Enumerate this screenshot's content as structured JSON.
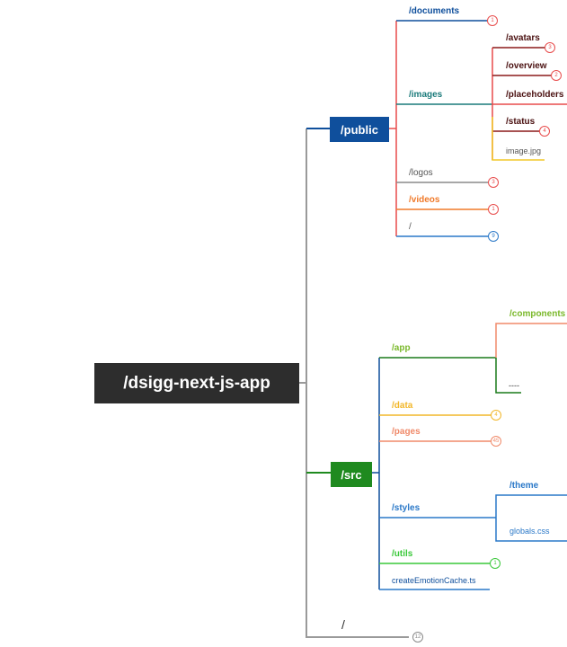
{
  "root": {
    "label": "/dsigg-next-js-app"
  },
  "branches": {
    "public": {
      "label": "/public",
      "children": {
        "documents": {
          "label": "/documents",
          "count": "1"
        },
        "images": {
          "label": "/images",
          "children": {
            "avatars": {
              "label": "/avatars",
              "count": "3"
            },
            "overview": {
              "label": "/overview",
              "count": "2"
            },
            "placeholders": {
              "label": "/placeholders"
            },
            "status": {
              "label": "/status",
              "count": "4"
            },
            "image_jpg": {
              "label": "image.jpg"
            }
          }
        },
        "logos": {
          "label": "/logos",
          "count": "3"
        },
        "videos": {
          "label": "/videos",
          "count": "1"
        },
        "slash": {
          "label": "/",
          "count": "9"
        }
      }
    },
    "src": {
      "label": "/src",
      "children": {
        "app": {
          "label": "/app",
          "children": {
            "components": {
              "label": "/components"
            },
            "dash": {
              "label": "----"
            }
          }
        },
        "data": {
          "label": "/data",
          "count": "4"
        },
        "pages": {
          "label": "/pages",
          "count": "45"
        },
        "styles": {
          "label": "/styles",
          "children": {
            "theme": {
              "label": "/theme"
            },
            "globals": {
              "label": "globals.css"
            }
          }
        },
        "utils": {
          "label": "/utils",
          "count": "1"
        },
        "emotion": {
          "label": "createEmotionCache.ts"
        }
      }
    },
    "slash": {
      "label": "/",
      "count": "12"
    }
  },
  "colors": {
    "root_box": "#2d2d2d",
    "trunk": "#9a9a9a",
    "public": "#0f4f9c",
    "src": "#1f8a1f",
    "red": "#e84c4c",
    "dark_red": "#8b1a1a",
    "teal": "#1a7a7a",
    "yellow": "#f2c928",
    "grey": "#8a8a8a",
    "orange": "#f07a2a",
    "blue": "#2a78c8",
    "lime": "#7ab82a",
    "dark_green": "#1a7a1a",
    "amber": "#f2b72a",
    "salmon": "#f08a6a",
    "green": "#3ac83a"
  }
}
